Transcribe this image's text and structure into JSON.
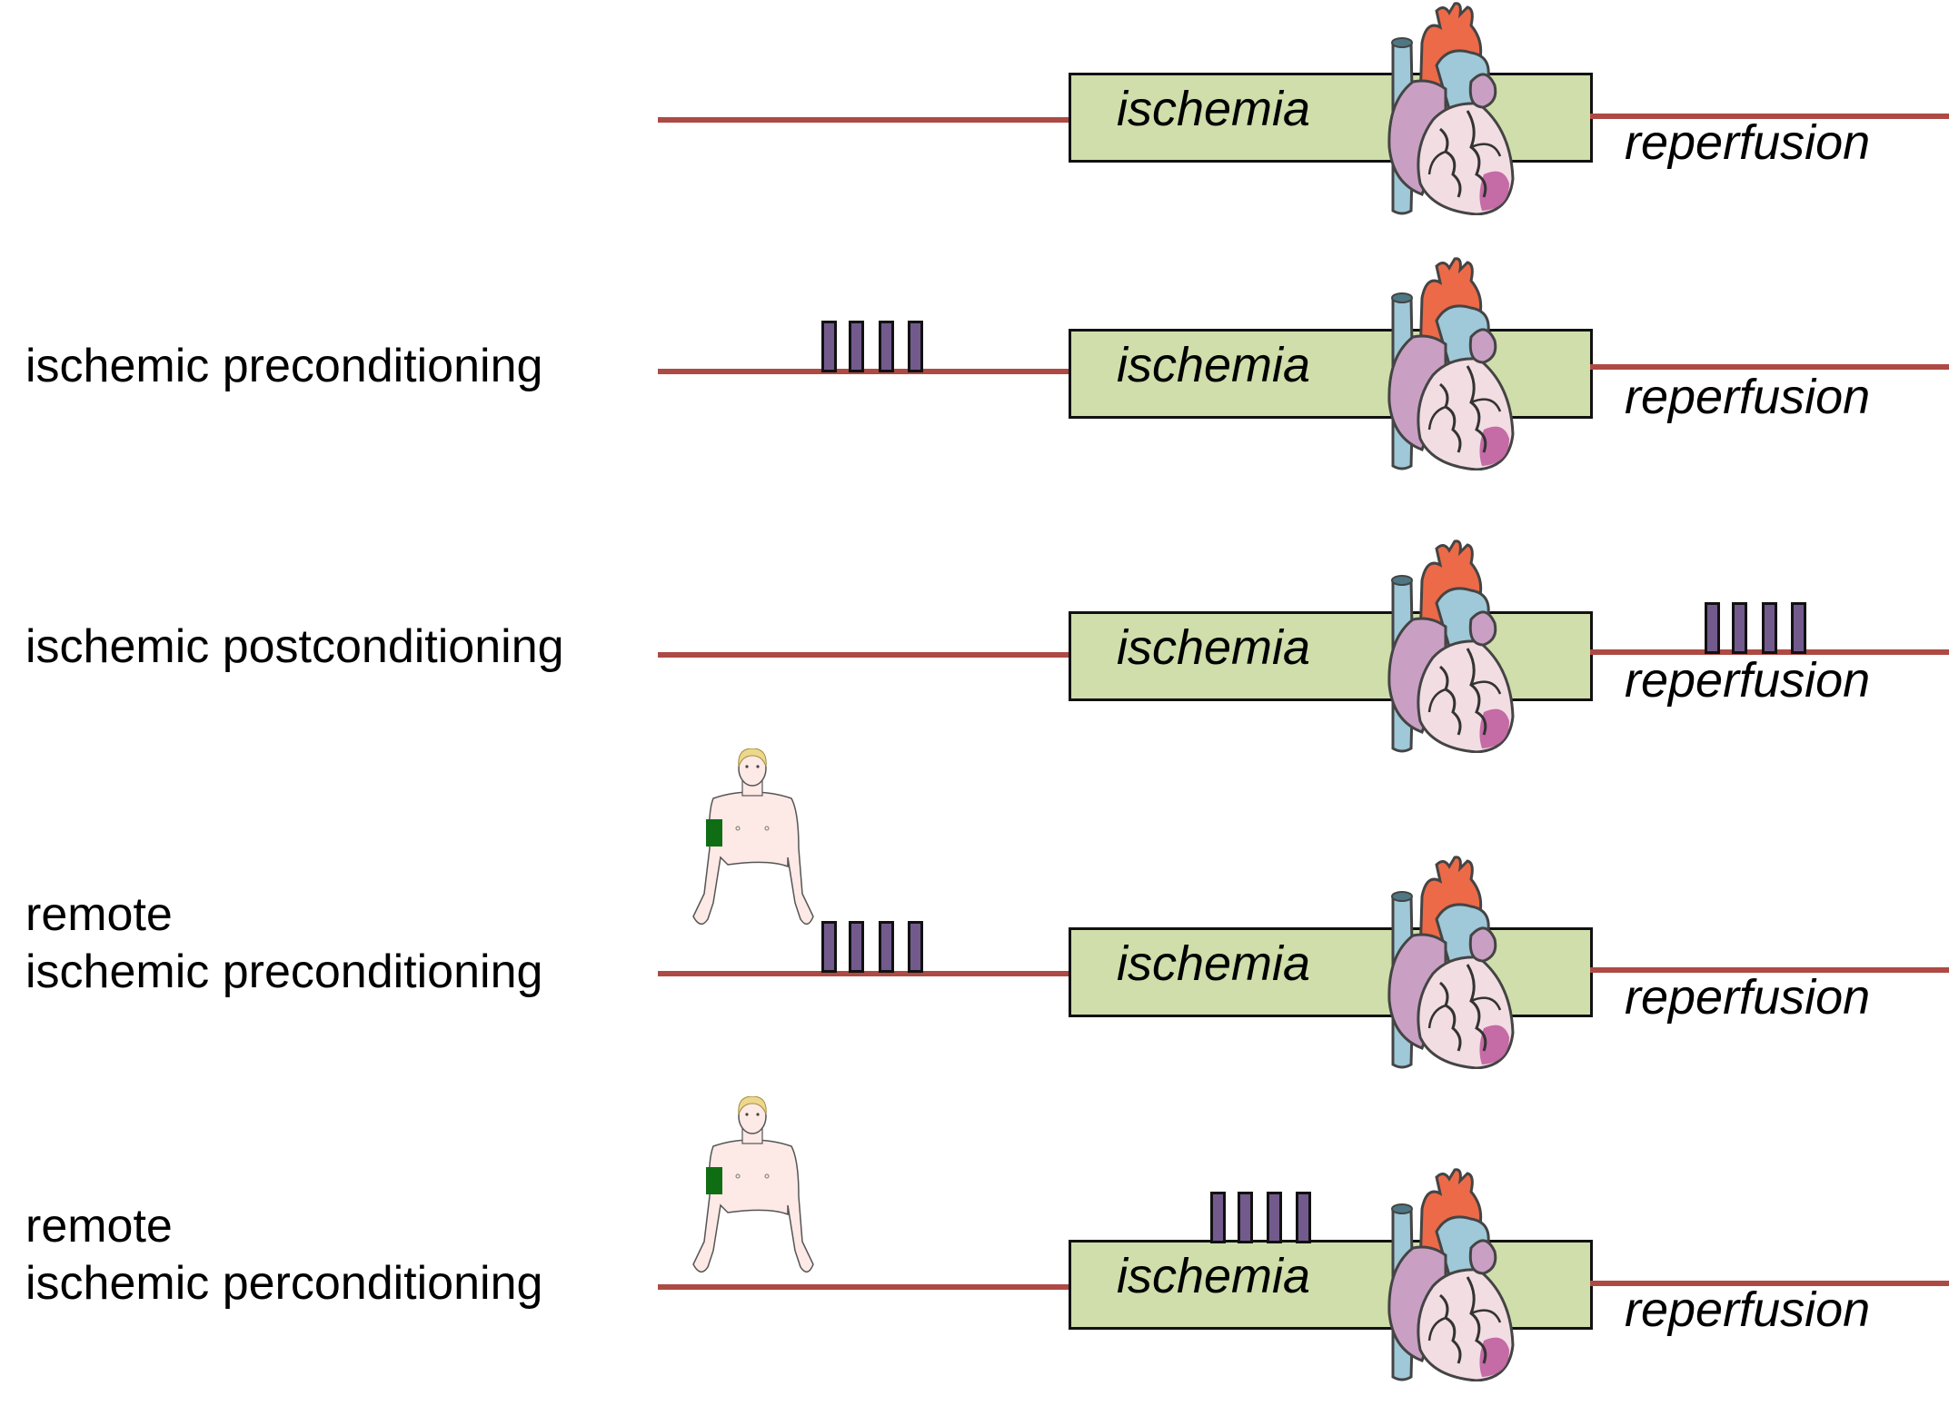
{
  "diagram": {
    "title": "Conditioning strategies relative to ischemia and reperfusion",
    "colors": {
      "timeline": "#ad4a44",
      "ischemia_box": "#cfdeaa",
      "occlusion_bar": "#735a8c",
      "cuff": "#0f6e14"
    },
    "box_label": "ischemia",
    "reperfusion_label": "reperfusion",
    "rows": [
      {
        "label": "",
        "occlusion_cycles": 0,
        "cycle_phase": "none",
        "remote_cuff": false
      },
      {
        "label": "ischemic preconditioning",
        "occlusion_cycles": 4,
        "cycle_phase": "before ischemia",
        "remote_cuff": false
      },
      {
        "label": "ischemic postconditioning",
        "occlusion_cycles": 4,
        "cycle_phase": "during reperfusion",
        "remote_cuff": false
      },
      {
        "label": "remote\nischemic preconditioning",
        "occlusion_cycles": 4,
        "cycle_phase": "before ischemia",
        "remote_cuff": true
      },
      {
        "label": "remote\nischemic perconditioning",
        "occlusion_cycles": 4,
        "cycle_phase": "during ischemia",
        "remote_cuff": true
      }
    ],
    "icons": {
      "organ": "heart-icon",
      "patient": "person-with-arm-cuff-icon",
      "cycles": "occlusion-bar-icon"
    }
  }
}
